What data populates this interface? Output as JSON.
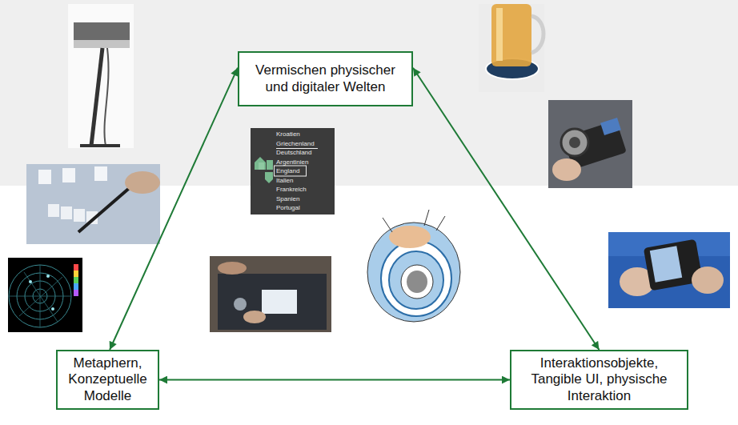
{
  "diagram": {
    "nodes": [
      {
        "text": [
          "Vermischen physischer und digitaler Welten"
        ]
      },
      {
        "text": [
          "Metaphern, Konzeptuelle Modelle"
        ]
      },
      {
        "text": [
          "Interaktionsobjekte, Tangible UI, physische Interaktion"
        ]
      }
    ],
    "edges": [
      {
        "from": 0,
        "to": 1,
        "arrow": "both"
      },
      {
        "from": 0,
        "to": 2,
        "arrow": "both"
      },
      {
        "from": 1,
        "to": 2,
        "arrow": "both"
      }
    ],
    "labels": [
      "Kroatien",
      "Griechenland",
      "Deutschland",
      "Argentinien",
      "England",
      "Italien",
      "Frankreich",
      "Spanien",
      "Portugal"
    ]
  }
}
